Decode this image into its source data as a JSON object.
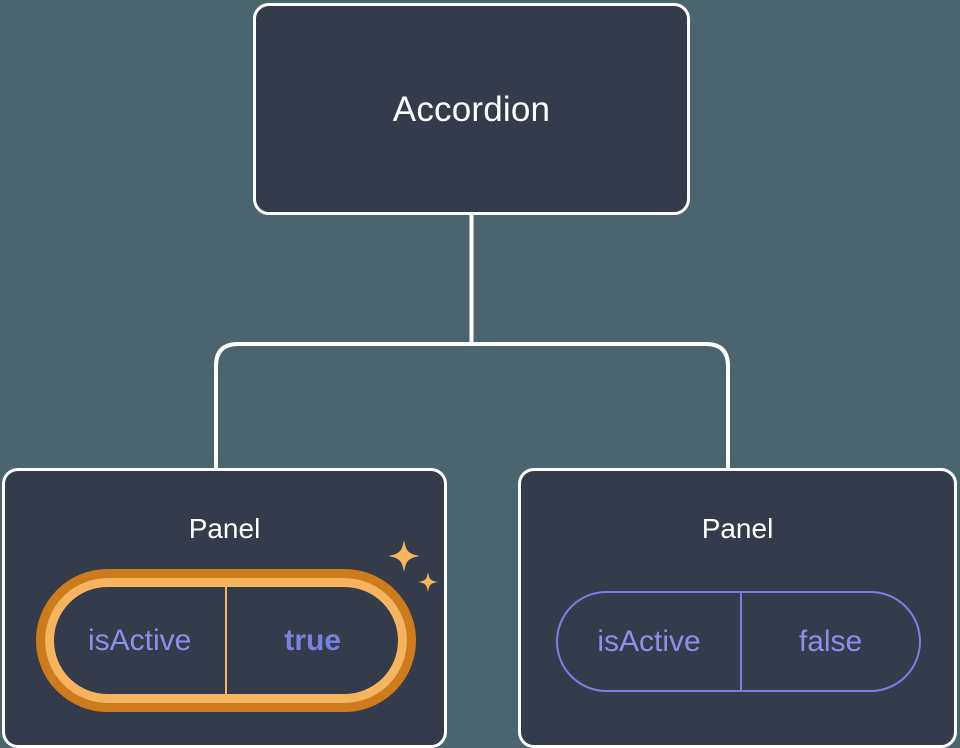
{
  "canvas": {
    "background_color": "#4b656f",
    "card_fill_color": "#343b4a",
    "card_border_color": "#ffffff",
    "connector_color": "#ffffff"
  },
  "tree": {
    "root": {
      "title": "Accordion"
    },
    "children": [
      {
        "title": "Panel",
        "highlighted": true,
        "prop": {
          "key": "isActive",
          "value": "true"
        },
        "colors": {
          "pill_outer_ring": "#cd7b1b",
          "pill_inner_ring": "#f6b45f",
          "key_text": "#8b90ec",
          "value_text": "#7a7fe3",
          "sparkle": "#f6b45f"
        },
        "decoration": {
          "sparkle_large": "sparkle-icon",
          "sparkle_small": "sparkle-icon"
        }
      },
      {
        "title": "Panel",
        "highlighted": false,
        "prop": {
          "key": "isActive",
          "value": "false"
        },
        "colors": {
          "pill_border": "#7a7fe3",
          "key_text": "#8b90ec",
          "value_text": "#8b90ec"
        }
      }
    ]
  }
}
